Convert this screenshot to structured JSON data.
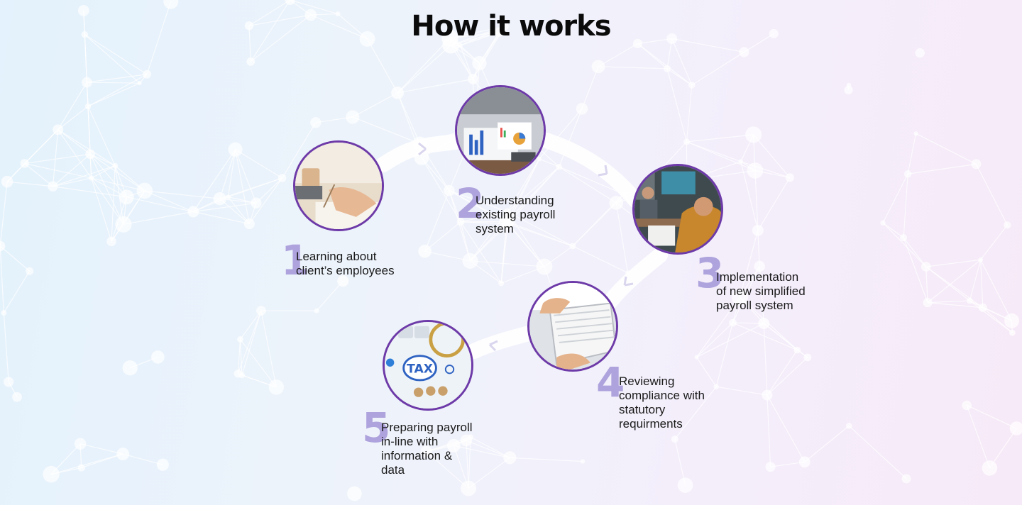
{
  "title": "How it works",
  "steps": [
    {
      "number": "1",
      "text": "Learning about\nclient’s employees",
      "icon": "writing-notebook-photo"
    },
    {
      "number": "2",
      "text": "Understanding\nexisting payroll\nsystem",
      "icon": "charts-analysis-photo"
    },
    {
      "number": "3",
      "text": "Implementation\nof new simplified\npayroll system",
      "icon": "business-meeting-photo"
    },
    {
      "number": "4",
      "text": "Reviewing\ncompliance  with\nstatutory\nrequirments",
      "icon": "documents-folder-photo"
    },
    {
      "number": "5",
      "text": "Preparing payroll\nin-line with\ninformation &\ndata",
      "icon": "tax-magnifier-photo"
    }
  ],
  "colors": {
    "ring": "#6d3aa8",
    "number": "#aea3dc",
    "connector": "#ffffff"
  }
}
